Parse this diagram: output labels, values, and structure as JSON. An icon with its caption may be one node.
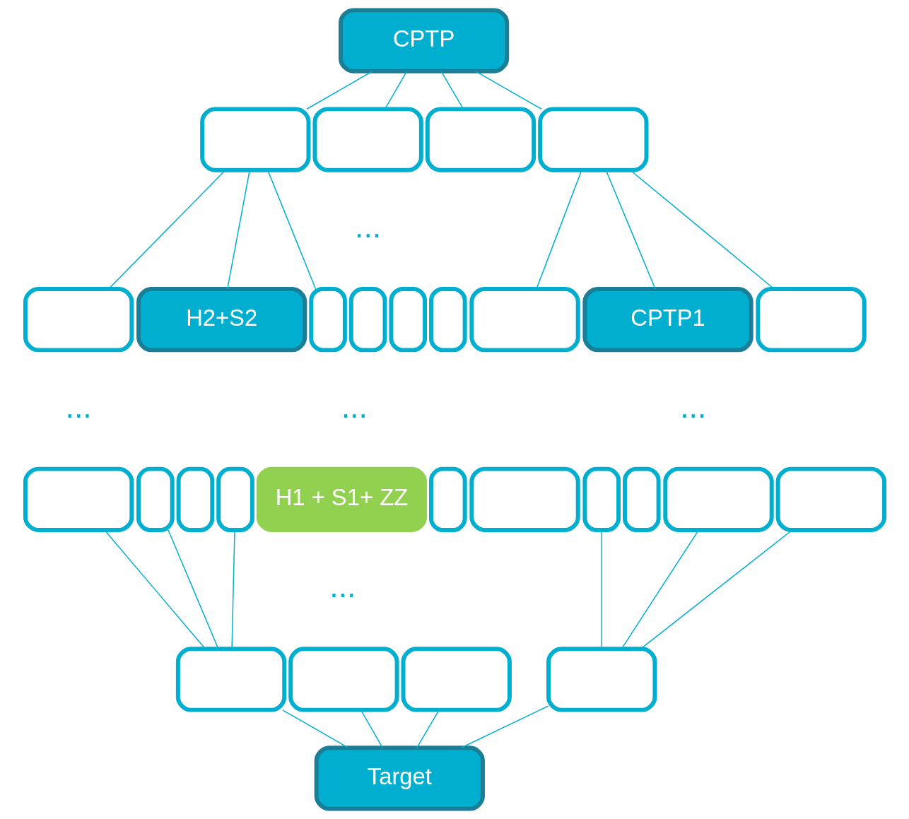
{
  "diagram": {
    "nodes": [
      {
        "text": [
          "CPTP"
        ]
      },
      {
        "text": [],
        "shape": "box"
      },
      {
        "text": [],
        "shape": "box"
      },
      {
        "text": [],
        "shape": "box"
      },
      {
        "text": [],
        "shape": "box"
      },
      {
        "text": [],
        "shape": "box"
      },
      {
        "text": [
          "H2+S2"
        ]
      },
      {
        "text": [],
        "shape": "box"
      },
      {
        "text": [],
        "shape": "box"
      },
      {
        "text": [],
        "shape": "box"
      },
      {
        "text": [],
        "shape": "box"
      },
      {
        "text": [],
        "shape": "box"
      },
      {
        "text": [
          "CPTP1"
        ]
      },
      {
        "text": [],
        "shape": "box"
      },
      {
        "text": [],
        "shape": "box"
      },
      {
        "text": [],
        "shape": "box"
      },
      {
        "text": [],
        "shape": "box"
      },
      {
        "text": [],
        "shape": "box"
      },
      {
        "text": [
          "H1 + S1+ ZZ"
        ]
      },
      {
        "text": [],
        "shape": "box"
      },
      {
        "text": [],
        "shape": "box"
      },
      {
        "text": [],
        "shape": "box"
      },
      {
        "text": [],
        "shape": "box"
      },
      {
        "text": [],
        "shape": "box"
      },
      {
        "text": [],
        "shape": "box"
      },
      {
        "text": [],
        "shape": "box"
      },
      {
        "text": [],
        "shape": "box"
      },
      {
        "text": [],
        "shape": "box"
      },
      {
        "text": [],
        "shape": "box"
      },
      {
        "text": [
          "Target"
        ]
      }
    ],
    "edges": [
      {
        "from": 0,
        "to": 1,
        "arrow": "none"
      },
      {
        "from": 0,
        "to": 2,
        "arrow": "none"
      },
      {
        "from": 0,
        "to": 3,
        "arrow": "none"
      },
      {
        "from": 0,
        "to": 4,
        "arrow": "none"
      },
      {
        "from": 1,
        "to": 5,
        "arrow": "none"
      },
      {
        "from": 1,
        "to": 6,
        "arrow": "none"
      },
      {
        "from": 1,
        "to": 7,
        "arrow": "none"
      },
      {
        "from": 4,
        "to": 11,
        "arrow": "none"
      },
      {
        "from": 4,
        "to": 12,
        "arrow": "none"
      },
      {
        "from": 4,
        "to": 13,
        "arrow": "none"
      },
      {
        "from": 14,
        "to": 25,
        "arrow": "none"
      },
      {
        "from": 15,
        "to": 25,
        "arrow": "none"
      },
      {
        "from": 17,
        "to": 25,
        "arrow": "none"
      },
      {
        "from": 21,
        "to": 28,
        "arrow": "none"
      },
      {
        "from": 23,
        "to": 28,
        "arrow": "none"
      },
      {
        "from": 24,
        "to": 28,
        "arrow": "none"
      },
      {
        "from": 25,
        "to": 29,
        "arrow": "none"
      },
      {
        "from": 26,
        "to": 29,
        "arrow": "none"
      },
      {
        "from": 27,
        "to": 29,
        "arrow": "none"
      },
      {
        "from": 28,
        "to": 29,
        "arrow": "none"
      }
    ],
    "labels": [
      "...",
      "...",
      "...",
      "...",
      "..."
    ]
  }
}
